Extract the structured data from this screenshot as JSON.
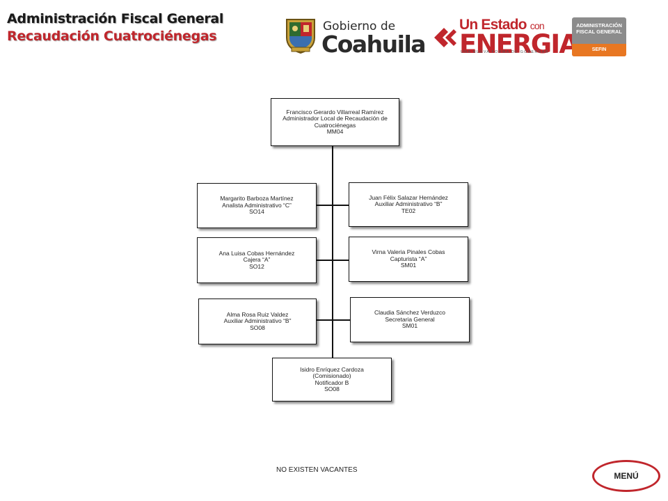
{
  "header": {
    "title": "Administración Fiscal General",
    "subtitle": "Recaudación Cuatrociénegas"
  },
  "logos": {
    "gobierno_small": "Gobierno de",
    "gobierno_big": "Coahuila",
    "energia_line1": "Un Estado",
    "energia_con": "con",
    "energia_line2": "ENERGIA",
    "energia_tagline": "UNA NUEVA FORMA DE GOBERNAR",
    "afg_line1": "ADMINISTRACIÓN",
    "afg_line2": "FISCAL GENERAL",
    "afg_band": "SEFIN"
  },
  "colors": {
    "brand_red": "#c0262c",
    "afg_gray": "#8c8c8c",
    "afg_orange": "#e87722"
  },
  "org": {
    "head": {
      "name": "Francisco Gerardo Villarreal Ramírez",
      "role": "Administrador Local de Recaudación de Cuatrociénegas",
      "code": "MM04"
    },
    "left": [
      {
        "name": "Margarito Barboza Martínez",
        "role": "Analista Administrativo “C”",
        "code": "SO14"
      },
      {
        "name": "Ana Luisa Cobas Hernández",
        "role": "Cajera “A”",
        "code": "SO12"
      },
      {
        "name": "Alma Rosa Ruiz Valdez",
        "role": "Auxiliar Administrativo “B”",
        "code": "SO08"
      }
    ],
    "right": [
      {
        "name": "Juan Félix Salazar Hernández",
        "role": "Auxiliar Administrativo “B”",
        "code": "TE02"
      },
      {
        "name": "Virna Valeria Pinales Cobas",
        "role": "Capturista “A”",
        "code": "SM01"
      },
      {
        "name": "Claudia Sánchez Verduzco",
        "role": "Secretaria General",
        "code": "SM01"
      }
    ],
    "bottom": {
      "name": "Isidro Enríquez Cardoza",
      "note": "(Comisionado)",
      "role": "Notificador B",
      "code": "SO08"
    }
  },
  "footer": {
    "note": "NO EXISTEN VACANTES",
    "menu_label": "MENÚ"
  }
}
